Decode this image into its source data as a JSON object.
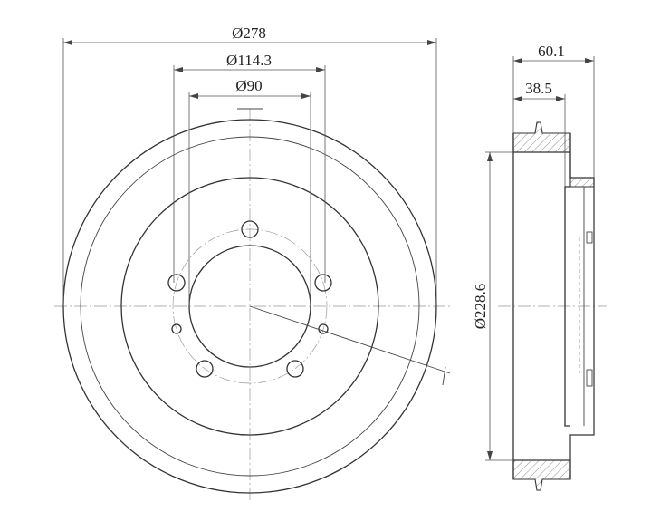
{
  "dimensions": {
    "outer_diameter": "Ø278",
    "pcd": "Ø114.3",
    "center_bore": "Ø90",
    "total_height": "60.1",
    "drum_depth": "38.5",
    "inner_diameter": "Ø228.6"
  }
}
